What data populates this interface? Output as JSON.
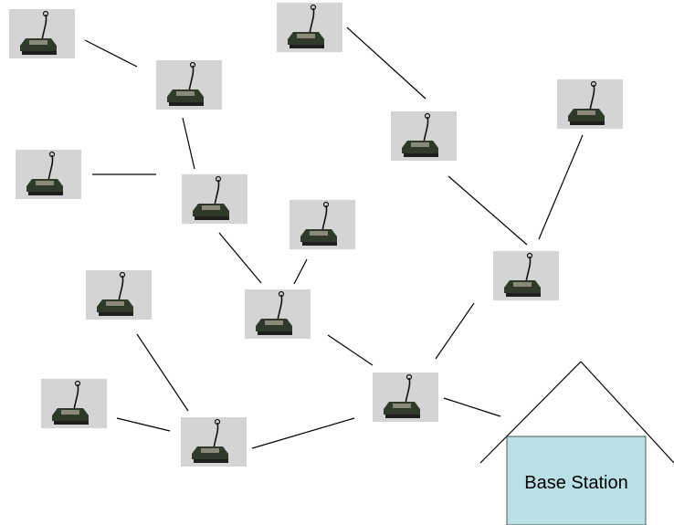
{
  "diagram": {
    "nodes": [
      {
        "id": "n1"
      },
      {
        "id": "n2"
      },
      {
        "id": "n3"
      },
      {
        "id": "n4"
      },
      {
        "id": "n5"
      },
      {
        "id": "n6"
      },
      {
        "id": "n7"
      },
      {
        "id": "n8"
      },
      {
        "id": "n9"
      },
      {
        "id": "n10"
      },
      {
        "id": "n11"
      },
      {
        "id": "n12"
      },
      {
        "id": "n13"
      },
      {
        "id": "n14"
      },
      {
        "id": "n15"
      }
    ],
    "edges": [
      [
        "n1",
        "n3"
      ],
      [
        "n3",
        "n5"
      ],
      [
        "n4",
        "n5"
      ],
      [
        "n5",
        "n9"
      ],
      [
        "n8",
        "n9"
      ],
      [
        "n9",
        "n13"
      ],
      [
        "n2",
        "n6"
      ],
      [
        "n6",
        "n10"
      ],
      [
        "n7",
        "n10"
      ],
      [
        "n10",
        "n13"
      ],
      [
        "n11",
        "n14"
      ],
      [
        "n12",
        "n14"
      ],
      [
        "n14",
        "n13"
      ],
      [
        "n13",
        "base"
      ]
    ],
    "base_station": {
      "label": "Base Station"
    }
  },
  "colors": {
    "edge": "#000000",
    "photo_bg": "#d4d4d4",
    "mote_board": "#2f3a2a",
    "mote_chip": "#8a8a78",
    "base_fill": "#b9e1e5",
    "base_stroke": "#555555"
  }
}
